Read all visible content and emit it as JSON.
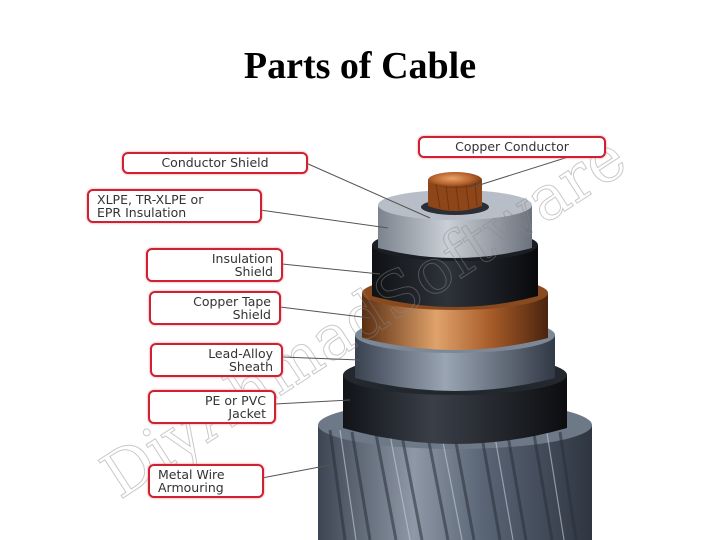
{
  "title": "Parts of Cable",
  "labels": {
    "copper_conductor": "Copper Conductor",
    "conductor_shield": "Conductor Shield",
    "insulation": [
      "XLPE, TR-XLPE or",
      "EPR Insulation"
    ],
    "insulation_shield": [
      "Insulation",
      "Shield"
    ],
    "copper_tape_shield": [
      "Copper Tape",
      "Shield"
    ],
    "lead_alloy_sheath": [
      "Lead-Alloy",
      "Sheath"
    ],
    "jacket": [
      "PE or PVC",
      "Jacket"
    ],
    "metal_wire_armouring": [
      "Metal Wire",
      "Armouring"
    ]
  },
  "watermark": "DiyAhmadSoftware",
  "colors": {
    "label_border": "#cc2233",
    "copper": "#b8652e",
    "insulation": "#9aa3ad",
    "armour": "#5d6877"
  }
}
